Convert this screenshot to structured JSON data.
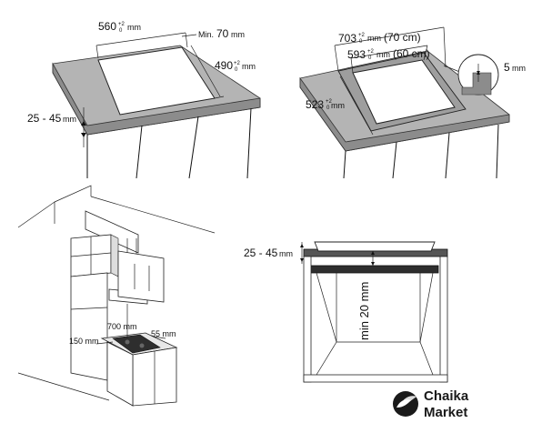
{
  "panels": {
    "cutout_top_view": {
      "width_main": "560",
      "width_tol_top": "+2",
      "width_tol_bot": "0",
      "width_unit": "mm",
      "min_edge_prefix": "Min.",
      "min_edge_value": "70",
      "min_edge_unit": "mm",
      "depth_main": "490",
      "depth_tol_top": "+2",
      "depth_tol_bot": "0",
      "depth_unit": "mm",
      "thickness_value": "25 - 45",
      "thickness_unit": "mm"
    },
    "recessed_view": {
      "outer_main": "703",
      "outer_tol_top": "+2",
      "outer_tol_bot": "0",
      "outer_unit": "mm",
      "outer_alt": "(70 cm)",
      "inner_main": "593",
      "inner_tol_top": "+2",
      "inner_tol_bot": "0",
      "inner_unit": "mm",
      "inner_alt": "(60 cm)",
      "depth_main": "523",
      "depth_tol_top": "+2",
      "depth_tol_bot": "0",
      "depth_unit": "mm",
      "step_value": "5",
      "step_unit": "mm"
    },
    "kitchen_view": {
      "clearance_above": "700 mm",
      "side_left": "150 mm",
      "side_right": "55 mm"
    },
    "cabinet_section": {
      "thickness_value": "25 - 45",
      "thickness_unit": "mm",
      "min_gap": "min 20 mm"
    }
  },
  "watermark": {
    "line1": "Chaika",
    "line2": "Market",
    "icon": "bird-icon"
  },
  "colors": {
    "countertop": "#b4b4b4",
    "countertop_edge": "#8c8c8c",
    "cabinet_dark": "#3a3a3a",
    "line": "#111111"
  }
}
